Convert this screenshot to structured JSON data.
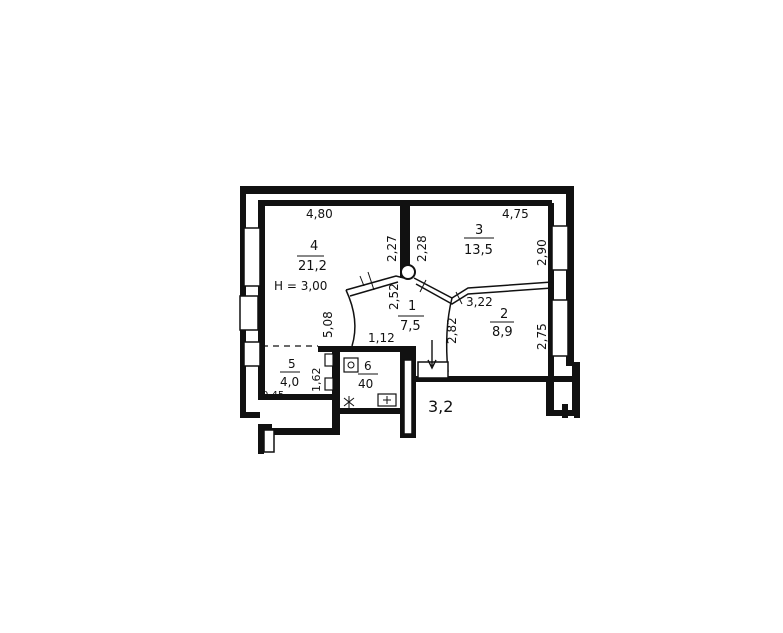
{
  "rooms": [
    {
      "number": "4",
      "area": "21,2"
    },
    {
      "number": "3",
      "area": "13,5"
    },
    {
      "number": "1",
      "area": "7,5"
    },
    {
      "number": "2",
      "area": "8,9"
    },
    {
      "number": "5",
      "area": "4,0"
    },
    {
      "number": "6",
      "area": "40"
    }
  ],
  "dimensions": {
    "room4_width": "4,80",
    "room4_depth": "5,08",
    "room4_side": "2,27",
    "ceiling_height": "H = 3,00",
    "room3_width": "4,75",
    "room3_side_left": "2,28",
    "room3_side_right": "2,90",
    "hall_width": "2,52",
    "hall_depth": "2,82",
    "hall_diag": "3,22",
    "room2_side": "2,75",
    "room5_width": "1,62",
    "bath_width": "1,12",
    "wc_corner": "0,45",
    "stair_label": "3,2"
  }
}
